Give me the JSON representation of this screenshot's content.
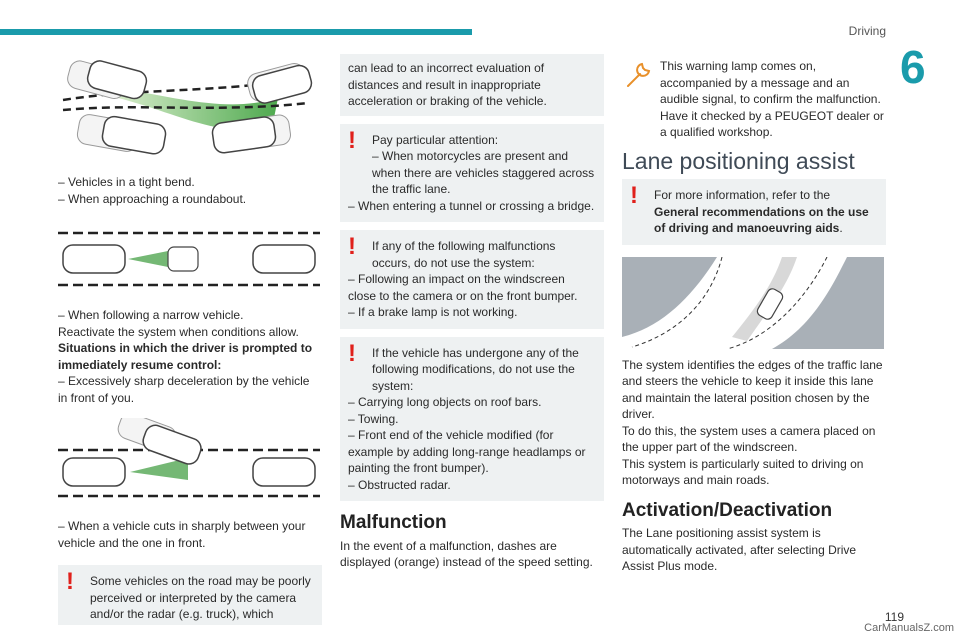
{
  "header": {
    "section": "Driving",
    "chapter": "6"
  },
  "col1": {
    "list1": [
      "– Vehicles in a tight bend.",
      "– When approaching a roundabout."
    ],
    "list2": [
      "– When following a narrow vehicle."
    ],
    "reactivate": "Reactivate the system when conditions allow.",
    "prompt_heading": "Situations in which the driver is prompted to immediately resume control:",
    "prompt_item": "– Excessively sharp deceleration by the vehicle in front of you.",
    "cut_in": "– When a vehicle cuts in sharply between your vehicle and the one in front.",
    "note": "Some vehicles on the road may be poorly perceived or interpreted by the camera and/or the radar (e.g. truck), which"
  },
  "col2": {
    "cont_note": "can lead to an incorrect evaluation of distances and result in inappropriate acceleration or braking of the vehicle.",
    "note1": [
      "Pay particular attention:",
      "– When motorcycles are present and when there are vehicles staggered across the traffic lane.",
      "– When entering a tunnel or crossing a bridge."
    ],
    "note2": [
      "If any of the following malfunctions occurs, do not use the system:",
      "– Following an impact on the windscreen close to the camera or on the front bumper.",
      "– If a brake lamp is not working."
    ],
    "note3": [
      "If the vehicle has undergone any of the following modifications, do not use the system:",
      "– Carrying long objects on roof bars.",
      "– Towing.",
      "– Front end of the vehicle modified (for example by adding long-range headlamps or painting the front bumper).",
      "– Obstructed radar."
    ],
    "malfunction_title": "Malfunction",
    "malfunction_text": "In the event of a malfunction, dashes are displayed (orange) instead of the speed setting."
  },
  "col3": {
    "lamp_text": "This warning lamp comes on, accompanied by a message and an audible signal, to confirm the malfunction. Have it checked by a PEUGEOT dealer or a qualified workshop.",
    "lpa_title": "Lane positioning assist",
    "info_note": "For more information, refer to the",
    "info_bold": "General recommendations on the use of driving and manoeuvring aids",
    "info_end": ".",
    "desc1": "The system identifies the edges of the traffic lane and steers the vehicle to keep it inside this lane and maintain the lateral position chosen by the driver.",
    "desc2": "To do this, the system uses a camera placed on the upper part of the windscreen.",
    "desc3": "This system is particularly suited to driving on motorways and main roads.",
    "act_title": "Activation/Deactivation",
    "act_text": "The Lane positioning assist system is automatically activated, after selecting Drive Assist Plus mode."
  },
  "footer": {
    "page": "119",
    "watermark": "CarManualsZ.com"
  },
  "colors": {
    "accent": "#1a9bab",
    "warning": "#e0201b",
    "note_bg": "#eef1f2"
  },
  "icons": [
    "warning-exclamation-icon",
    "wrench-warning-lamp-icon"
  ]
}
